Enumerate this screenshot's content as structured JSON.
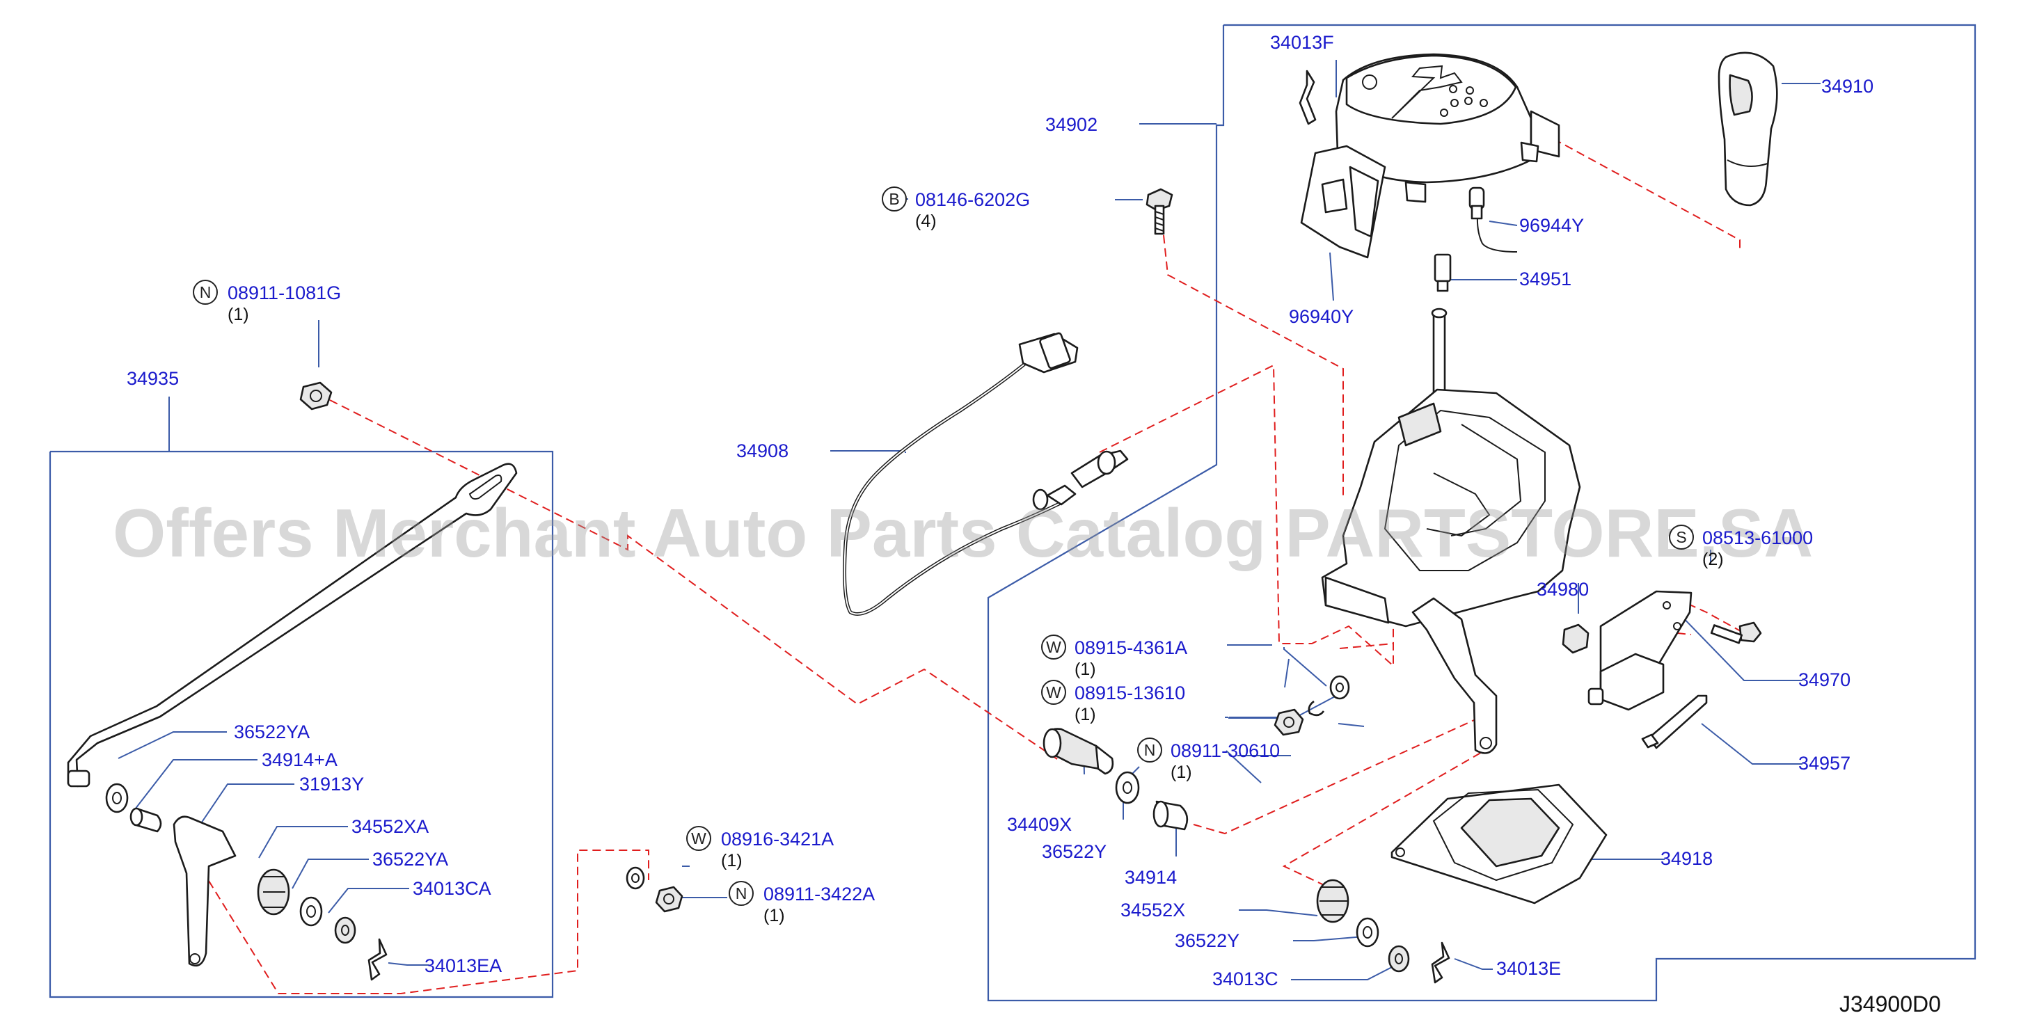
{
  "diagram_code": "J34900D0",
  "watermark": "Offers Merchant Auto Parts Catalog PARTSTORE.SA",
  "part_labels": {
    "p34013F": "34013F",
    "p34910": "34910",
    "p34902": "34902",
    "p96944Y": "96944Y",
    "p34951": "34951",
    "p96940Y": "96940Y",
    "p34935": "34935",
    "p34908": "34908",
    "p34980": "34980",
    "p34970": "34970",
    "p34957": "34957",
    "p34918": "34918",
    "p36522YA_1": "36522YA",
    "p34914A": "34914+A",
    "p31913Y": "31913Y",
    "p34552XA": "34552XA",
    "p36522YA_2": "36522YA",
    "p34013CA": "34013CA",
    "p34013EA": "34013EA",
    "p34409X": "34409X",
    "p36522Y_1": "36522Y",
    "p34914": "34914",
    "p34552X": "34552X",
    "p36522Y_2": "36522Y",
    "p34013C": "34013C",
    "p34013E": "34013E"
  },
  "fasteners": [
    {
      "letter": "B",
      "code": "08146-6202G",
      "qty": "(4)"
    },
    {
      "letter": "N",
      "code": "08911-1081G",
      "qty": "(1)"
    },
    {
      "letter": "S",
      "code": "08513-61000",
      "qty": "(2)"
    },
    {
      "letter": "W",
      "code": "08915-4361A",
      "qty": "(1)"
    },
    {
      "letter": "W",
      "code": "08915-13610",
      "qty": "(1)"
    },
    {
      "letter": "N",
      "code": "08911-30610",
      "qty": "(1)"
    },
    {
      "letter": "W",
      "code": "08916-3421A",
      "qty": "(1)"
    },
    {
      "letter": "N",
      "code": "08911-3422A",
      "qty": "(1)"
    }
  ]
}
